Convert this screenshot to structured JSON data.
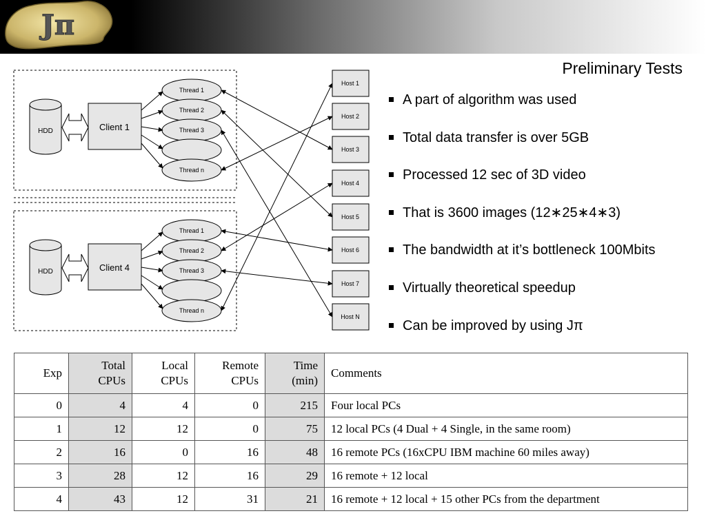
{
  "slide": {
    "title": "Preliminary Tests"
  },
  "logo": {
    "text": "Jπ"
  },
  "diagram": {
    "cluster1": {
      "hdd": "HDD",
      "client": "Client 1",
      "threads": [
        "Thread 1",
        "Thread 2",
        "Thread 3",
        "",
        "Thread n"
      ]
    },
    "cluster2": {
      "hdd": "HDD",
      "client": "Client 4",
      "threads": [
        "Thread 1",
        "Thread 2",
        "Thread 3",
        "",
        "Thread n"
      ]
    },
    "hosts": [
      "Host 1",
      "Host 2",
      "Host 3",
      "Host 4",
      "Host 5",
      "Host 6",
      "Host 7",
      "Host N"
    ]
  },
  "bullets": [
    "A part of algorithm was used",
    "Total data transfer is over 5GB",
    "Processed 12 sec of 3D video",
    "That is 3600 images (12∗25∗4∗3)",
    "The bandwidth at it’s bottleneck 100Mbits",
    "Virtually theoretical speedup",
    "Can be improved by using Jπ"
  ],
  "table": {
    "headers": [
      "Exp",
      "Total CPUs",
      "Local CPUs",
      "Remote CPUs",
      "Time (min)",
      "Comments"
    ],
    "rows": [
      [
        "0",
        "4",
        "4",
        "0",
        "215",
        "Four local PCs"
      ],
      [
        "1",
        "12",
        "12",
        "0",
        "75",
        "12 local PCs (4 Dual + 4 Single, in the same room)"
      ],
      [
        "2",
        "16",
        "0",
        "16",
        "48",
        "16 remote PCs (16xCPU IBM machine 60 miles away)"
      ],
      [
        "3",
        "28",
        "12",
        "16",
        "29",
        "16 remote + 12 local"
      ],
      [
        "4",
        "43",
        "12",
        "31",
        "21",
        "16 remote  + 12 local + 15 other PCs from the department"
      ]
    ]
  },
  "colors": {
    "shade": "#dcdcdc",
    "node_fill": "#e6e6e6",
    "logo_gold": "#d4c27a"
  }
}
